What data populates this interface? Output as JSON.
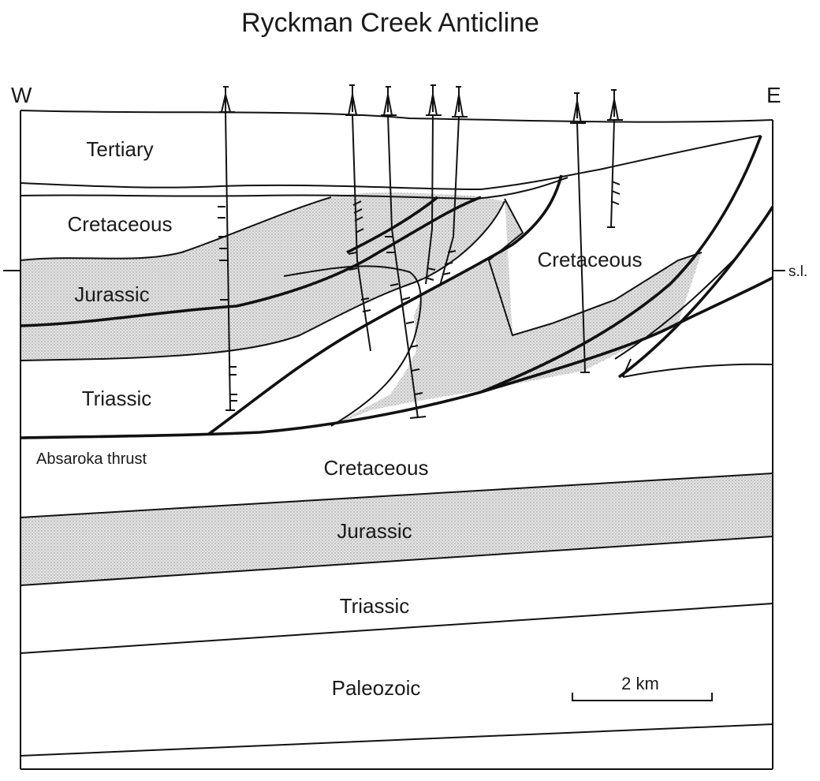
{
  "title": "Ryckman Creek Anticline",
  "orientation": {
    "west": "W",
    "east": "E"
  },
  "sea_level_label": "s.l.",
  "upper_plate": {
    "units": [
      "Tertiary",
      "Cretaceous",
      "Jurassic",
      "Triassic",
      "Cretaceous"
    ]
  },
  "thrust_label": "Absaroka thrust",
  "lower_plate": {
    "units": [
      "Cretaceous",
      "Jurassic",
      "Triassic",
      "Paleozoic"
    ]
  },
  "scale_bar": {
    "label": "2 km"
  },
  "colors": {
    "ink": "#111111",
    "jurassic_fill": "stippled gray",
    "background": "#ffffff"
  }
}
